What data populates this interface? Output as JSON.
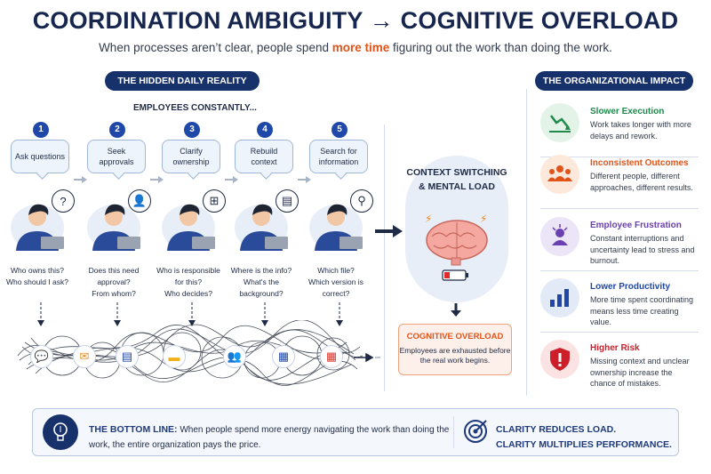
{
  "header": {
    "title": "COORDINATION AMBIGUITY → COGNITIVE OVERLOAD",
    "subtitle_pre": "When processes aren’t clear, people spend ",
    "subtitle_highlight": "more time",
    "subtitle_post": " figuring out the work than doing the work."
  },
  "left_section": {
    "label": "THE HIDDEN DAILY REALITY",
    "subheading": "EMPLOYEES CONSTANTLY...",
    "steps": [
      {
        "num": "1",
        "bubble": "Ask questions",
        "q1": "Who owns this?",
        "q2": "Who should I ask?",
        "q3": "",
        "icon": "question-icon",
        "glyph": "?"
      },
      {
        "num": "2",
        "bubble": "Seek approvals",
        "q1": "Does this need approval?",
        "q2": "From whom?",
        "q3": "",
        "icon": "person-icon",
        "glyph": "👤"
      },
      {
        "num": "3",
        "bubble": "Clarify ownership",
        "q1": "Who is responsible for this?",
        "q2": "Who decides?",
        "q3": "",
        "icon": "org-chart-icon",
        "glyph": "⊞"
      },
      {
        "num": "4",
        "bubble": "Rebuild context",
        "q1": "Where is the info?",
        "q2": "What's the background?",
        "q3": "",
        "icon": "document-icon",
        "glyph": "▤"
      },
      {
        "num": "5",
        "bubble": "Search for information",
        "q1": "Which file?",
        "q2": "Which version is correct?",
        "q3": "",
        "icon": "search-icon",
        "glyph": "⚲"
      }
    ],
    "tools": [
      "chat-icon",
      "mail-icon",
      "document-icon",
      "folder-icon",
      "team-icon",
      "calendar-icon",
      "spreadsheet-icon"
    ]
  },
  "center": {
    "context_title": "CONTEXT SWITCHING & MENTAL LOAD",
    "overload_title": "COGNITIVE OVERLOAD",
    "overload_text": "Employees are exhausted before the real work begins."
  },
  "right_section": {
    "label": "THE ORGANIZATIONAL IMPACT",
    "items": [
      {
        "title": "Slower Execution",
        "text": "Work takes longer with more delays and rework.",
        "color": "#1f8a4c",
        "bg": "#e3f3e8",
        "icon": "declining-chart-icon"
      },
      {
        "title": "Inconsistent Outcomes",
        "text": "Different people, different approaches, different results.",
        "color": "#e0541a",
        "bg": "#fde8dc",
        "icon": "people-icon"
      },
      {
        "title": "Employee Frustration",
        "text": "Constant interruptions and uncertainty lead to stress and burnout.",
        "color": "#6a3fb0",
        "bg": "#ece4f7",
        "icon": "stressed-person-icon"
      },
      {
        "title": "Lower Productivity",
        "text": "More time spent coordinating means less time creating value.",
        "color": "#1f48a8",
        "bg": "#e2eaf8",
        "icon": "bar-chart-icon"
      },
      {
        "title": "Higher Risk",
        "text": "Missing context and unclear ownership increase the chance of mistakes.",
        "color": "#cc1f2a",
        "bg": "#fbe3e4",
        "icon": "warning-shield-icon"
      }
    ]
  },
  "bottom": {
    "label": "THE BOTTOM LINE:",
    "text": " When people spend more energy navigating the work than doing the work, the entire organization pays the price.",
    "clarity1": "CLARITY REDUCES LOAD.",
    "clarity2": "CLARITY MULTIPLIES PERFORMANCE."
  }
}
